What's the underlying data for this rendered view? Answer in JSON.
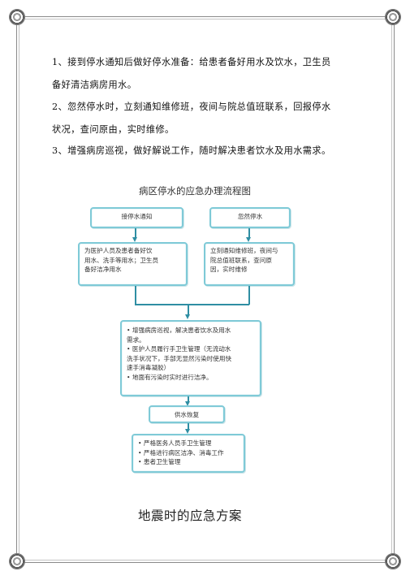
{
  "body": {
    "lines": [
      "1、接到停水通知后做好停水准备：给患者备好用水及饮水，卫生员",
      "备好清洁病房用水。",
      "2、忽然停水时，立刻通知维修班，夜间与院总值班联系，回报停水",
      "状况，查问原由，实时维修。",
      "3、增强病房巡视，做好解说工作，随时解决患者饮水及用水需求。"
    ]
  },
  "flowchart": {
    "title": "病区停水的应急办理流程图",
    "box_notice": "接停水通知",
    "box_sudden": "忽然停水",
    "box_prepare": [
      "为医护人员及患者备好饮",
      "用水、洗手等用水；卫生员",
      "备好洁净用水"
    ],
    "box_repair": [
      "立刻通知维修班，夜间与",
      "院总值班联系，查问原",
      "因，实时维修"
    ],
    "box_measures": [
      "• 增强病房巡视，解决患者饮水及用水",
      "  需求。",
      "• 医护人员履行手卫生管理（无流动水",
      "  洗手状况下，手部无显然污染时使用快",
      "  速手消毒凝胶）",
      "• 地面有污染时实时进行洁净。"
    ],
    "box_restore": "供水恢复",
    "box_after": [
      "• 严格医务人员手卫生管理",
      "• 严格进行病区洁净、消毒工作",
      "• 患者卫生管理"
    ]
  },
  "next_heading": "地震时的应急方案",
  "colors": {
    "box_border": "#7fcad7",
    "connector": "#2f8ea3"
  }
}
